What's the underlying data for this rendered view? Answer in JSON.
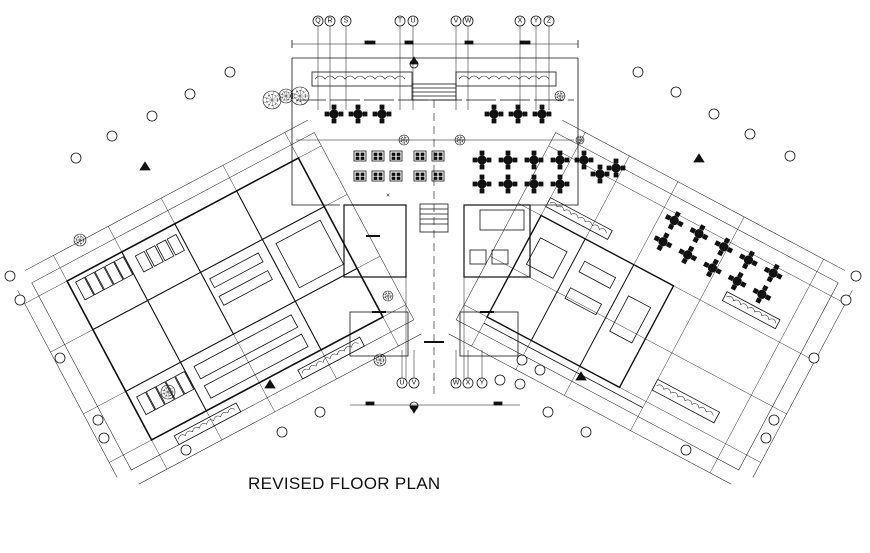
{
  "title": "REVISED FLOOR PLAN",
  "top_grid_labels": [
    "Q",
    "R",
    "S",
    "T",
    "U",
    "V",
    "W",
    "X",
    "Y",
    "Z"
  ],
  "bottom_grid_labels": [
    "U",
    "V",
    "W",
    "X",
    "Y"
  ],
  "colors": {
    "ink": "#111111",
    "background": "#ffffff"
  }
}
